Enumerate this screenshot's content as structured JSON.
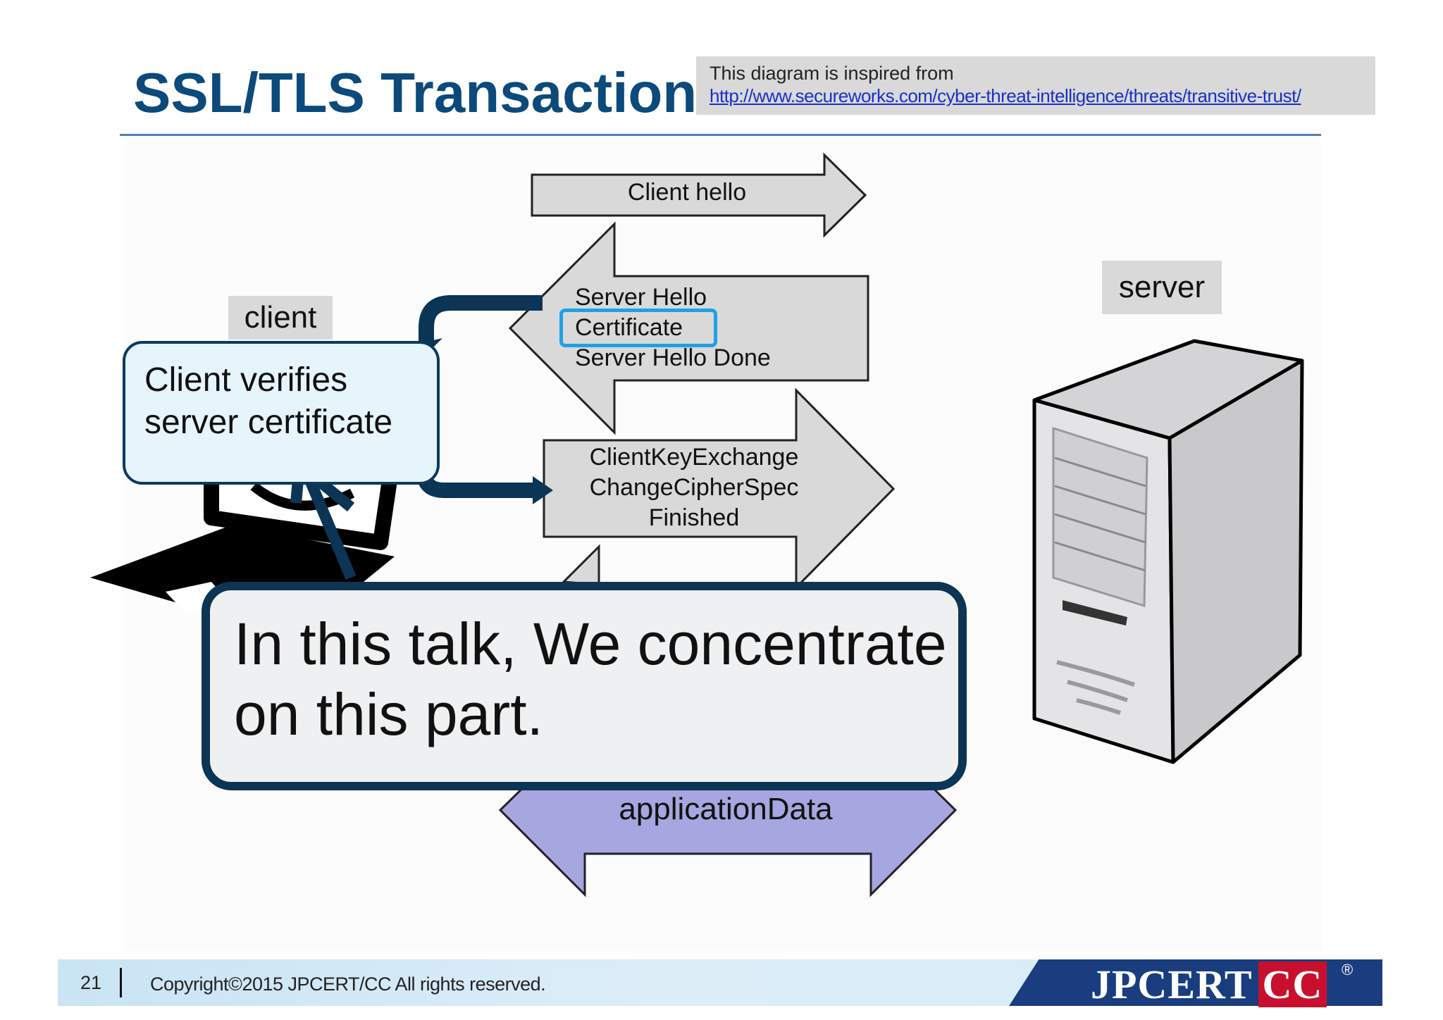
{
  "slide": {
    "title": "SSL/TLS Transaction",
    "source_note": {
      "line1": "This diagram is inspired from",
      "link": "http://www.secureworks.com/cyber-threat-intelligence/threats/transitive-trust/"
    }
  },
  "diagram": {
    "client_label": "client",
    "server_label": "server",
    "messages": {
      "client_hello": "Client hello",
      "server_hello": "Server Hello",
      "certificate": "Certificate",
      "server_hello_done": "Server Hello Done",
      "client_key_exchange": "ClientKeyExchange",
      "change_cipher_spec": "ChangeCipherSpec",
      "finished": "Finished",
      "application_data": "applicationData"
    },
    "callouts": {
      "verify_line1": "Client verifies",
      "verify_line2": "server certificate",
      "focus_line1": "In this talk, We concentrate",
      "focus_line2": "on this part."
    },
    "colors": {
      "arrow_fill": "#d9d9d9",
      "app_data_fill": "#a6a6e0",
      "certificate_highlight": "#1fa0e6",
      "callout_border": "#0c3454",
      "title_color": "#0b4a7a"
    }
  },
  "footer": {
    "page_number": "21",
    "copyright": "Copyright©2015 JPCERT/CC All rights reserved.",
    "logo_main": "JPCERT",
    "logo_cc": "CC",
    "logo_reg": "®"
  }
}
